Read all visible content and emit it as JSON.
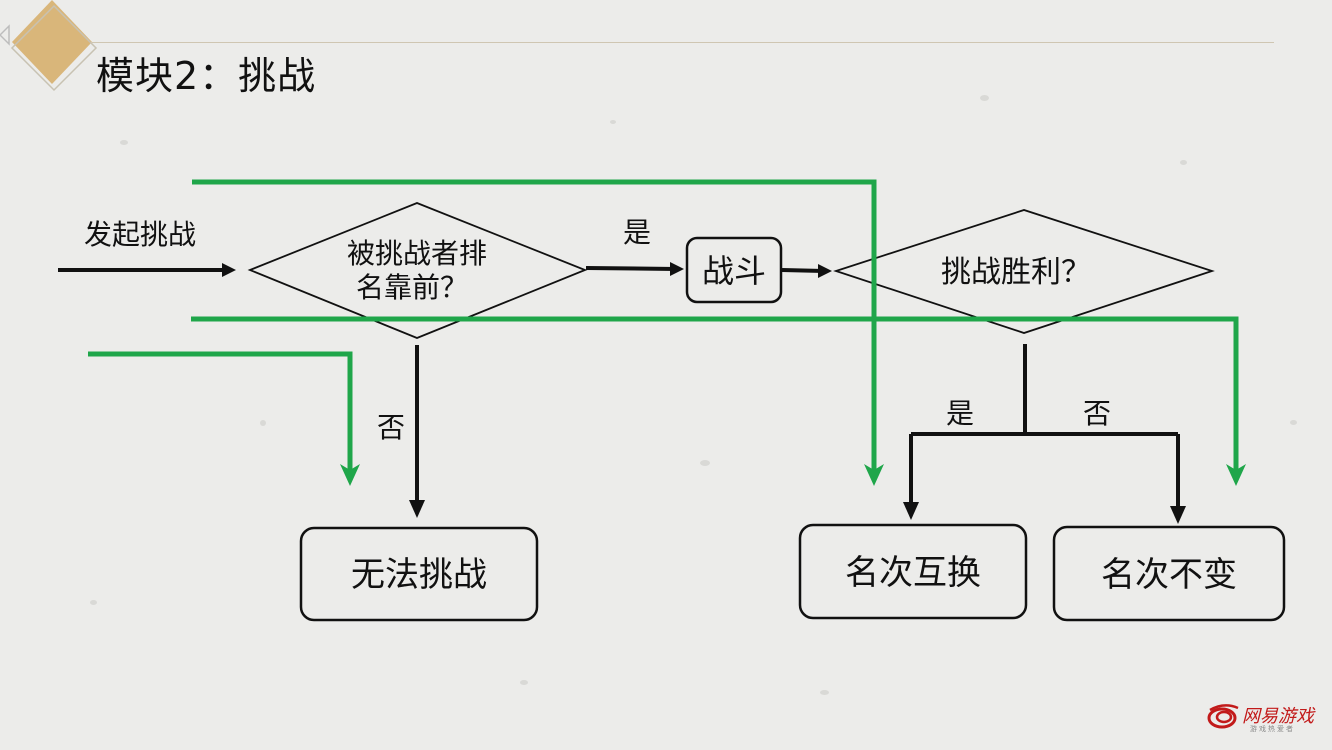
{
  "slide": {
    "title": "模块2：挑战"
  },
  "flow": {
    "start_label": "发起挑战",
    "decision1": {
      "line1": "被挑战者排",
      "line2": "名靠前？"
    },
    "yes1": "是",
    "no1": "否",
    "battle": "战斗",
    "decision2": "挑战胜利？",
    "yes2": "是",
    "no2": "否",
    "cannot_challenge": "无法挑战",
    "swap_rank": "名次互换",
    "rank_unchanged": "名次不变"
  },
  "logo": {
    "name": "网易游戏",
    "tagline": "游戏热爱者"
  },
  "colors": {
    "background": "#ececea",
    "gold": "#d9b67a",
    "flow_line": "#111111",
    "highlight_green": "#1fa64a"
  }
}
